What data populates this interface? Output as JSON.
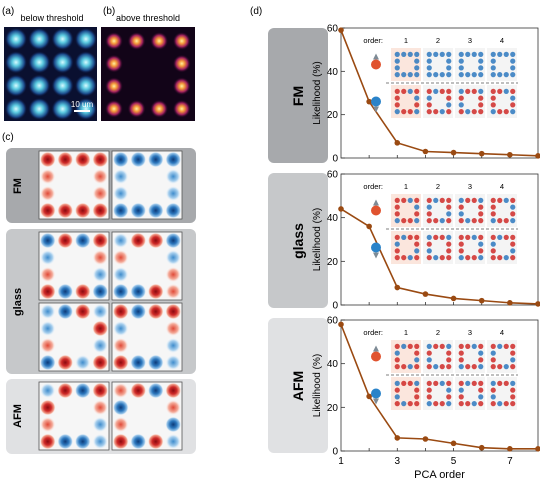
{
  "panels": {
    "a": {
      "tag": "(a)",
      "title": "below threshold",
      "scalebar": "10 um"
    },
    "b": {
      "tag": "(b)",
      "title": "above threshold"
    },
    "c": {
      "tag": "(c)",
      "groups": [
        "FM",
        "glass",
        "AFM"
      ]
    },
    "d": {
      "tag": "(d)"
    }
  },
  "legend": {
    "order_label": "order:",
    "orders": [
      "1",
      "2",
      "3",
      "4"
    ]
  },
  "colors": {
    "line": "#9a4a12",
    "tab_fm": "#a7a9ac",
    "tab_glass": "#c6c8ca",
    "tab_afm": "#e0e1e3",
    "spin_up": "#e0532f",
    "spin_down": "#2a83c9"
  },
  "chart_data": [
    {
      "type": "line",
      "group": "FM",
      "x": [
        1,
        2,
        3,
        4,
        5,
        6,
        7,
        8
      ],
      "y": [
        59,
        26,
        7,
        3,
        2.5,
        2,
        1.5,
        1
      ],
      "ylabel": "Likelihood (%)",
      "ylim": [
        0,
        60
      ],
      "yticks": [
        0,
        20,
        40,
        60
      ],
      "xlim": [
        1,
        8
      ]
    },
    {
      "type": "line",
      "group": "glass",
      "x": [
        1,
        2,
        3,
        4,
        5,
        6,
        7,
        8
      ],
      "y": [
        44,
        36,
        8,
        5,
        3,
        2,
        1,
        0.5
      ],
      "ylabel": "Likelihood (%)",
      "ylim": [
        0,
        60
      ],
      "yticks": [
        0,
        20,
        40,
        60
      ],
      "xlim": [
        1,
        8
      ]
    },
    {
      "type": "line",
      "group": "AFM",
      "x": [
        1,
        2,
        3,
        4,
        5,
        6,
        7,
        8
      ],
      "y": [
        58,
        25,
        6,
        5.5,
        3.5,
        1.5,
        1,
        1
      ],
      "ylabel": "Likelihood (%)",
      "ylim": [
        0,
        60
      ],
      "yticks": [
        0,
        20,
        40,
        60
      ],
      "xlim": [
        1,
        8
      ],
      "xlabel": "PCA order",
      "xticks": [
        1,
        3,
        5,
        7
      ]
    }
  ]
}
